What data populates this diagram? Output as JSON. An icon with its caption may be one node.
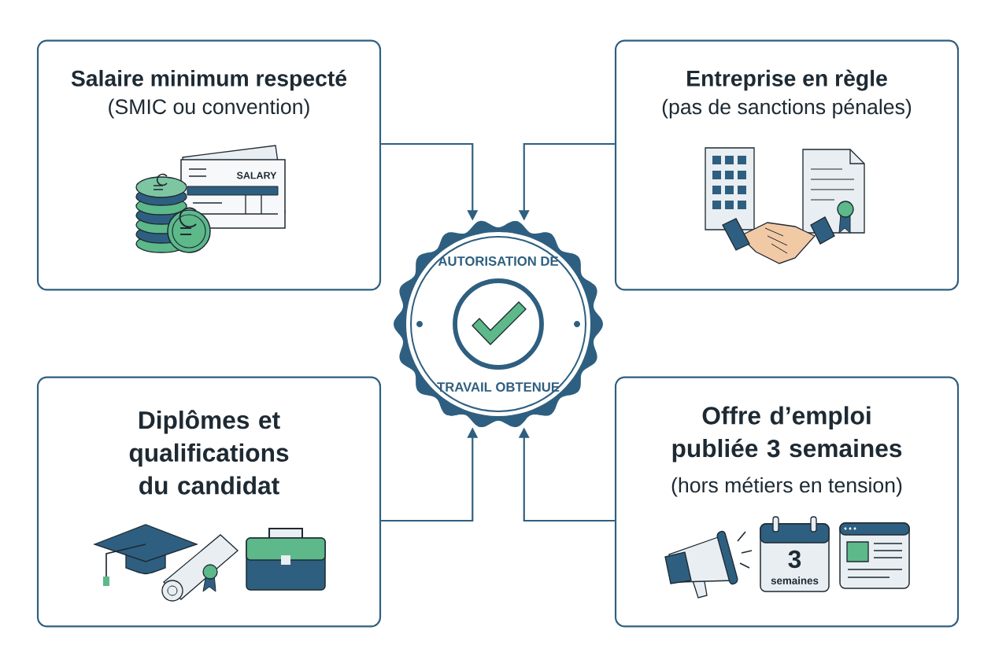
{
  "diagram": {
    "nodes": [
      {
        "text": [
          "Salaire minimum respecté",
          "(SMIC ou convention)"
        ]
      },
      {
        "text": [
          "Entreprise en règle",
          "(pas de sanctions pénales)"
        ]
      },
      {
        "text": [
          "Diplômes et qualifications du candidat"
        ]
      },
      {
        "text": [
          "Offre d’emploi publiée 3 semaines",
          "(hors métiers en tension)"
        ]
      },
      {
        "text": [
          "AUTORISATION DE",
          "TRAVAIL OBTENUE"
        ]
      }
    ],
    "edges": [
      {
        "from": 0,
        "to": 4,
        "arrow": "to"
      },
      {
        "from": 1,
        "to": 4,
        "arrow": "to"
      },
      {
        "from": 2,
        "to": 4,
        "arrow": "to"
      },
      {
        "from": 3,
        "to": 4,
        "arrow": "to"
      }
    ],
    "labels": [
      "SALARY",
      "3",
      "semaines"
    ]
  }
}
